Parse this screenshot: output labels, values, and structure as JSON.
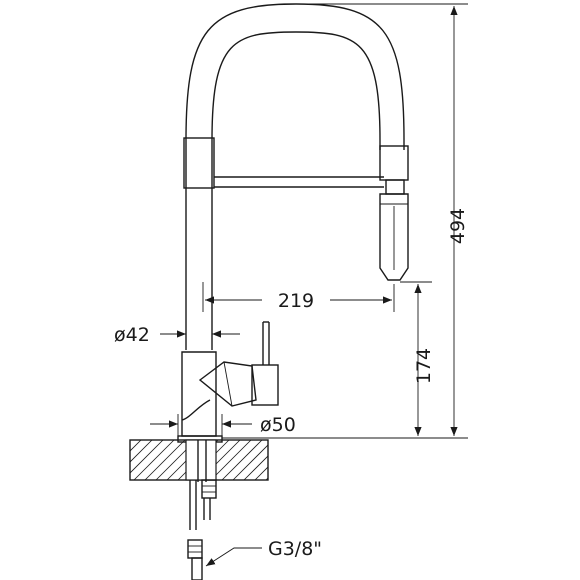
{
  "dimensions": {
    "total_height": "494",
    "spout_height": "174",
    "reach": "219",
    "body_diameter": "ø42",
    "base_diameter": "ø50",
    "connection": "G3/8\""
  },
  "colors": {
    "line": "#1a1a1a",
    "background": "#ffffff"
  },
  "icons": {
    "dimension_arrow": "arrow-icon",
    "countertop_section": "hatch-pattern"
  }
}
